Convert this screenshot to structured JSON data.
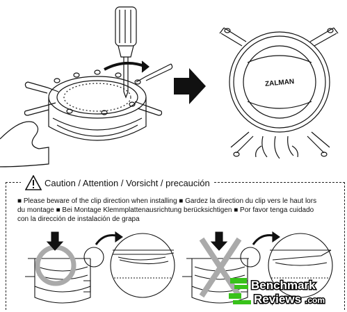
{
  "caution": {
    "title": "Caution / Attention / Vorsicht / precaución",
    "lines": [
      "■ Please beware of the clip direction when installing ■ Gardez la direction du clip vers le haut lors",
      "du montage ■ Bei Montage Klemmplattenausrichtung berücksichtigen ■ Por favor tenga cuidado",
      "con la dirección de instalación de grapa"
    ]
  },
  "logo": {
    "brand": "ZALMAN"
  },
  "watermark": {
    "line1": "Benchmark",
    "line2": "Reviews",
    "suffix": ".com"
  },
  "icons": [
    "screwdriver-icon",
    "rotate-arrow-icon",
    "right-arrow-icon",
    "warning-icon",
    "ok-circle-icon",
    "wrong-cross-icon",
    "down-arrow-icon",
    "curved-arrow-icon"
  ]
}
